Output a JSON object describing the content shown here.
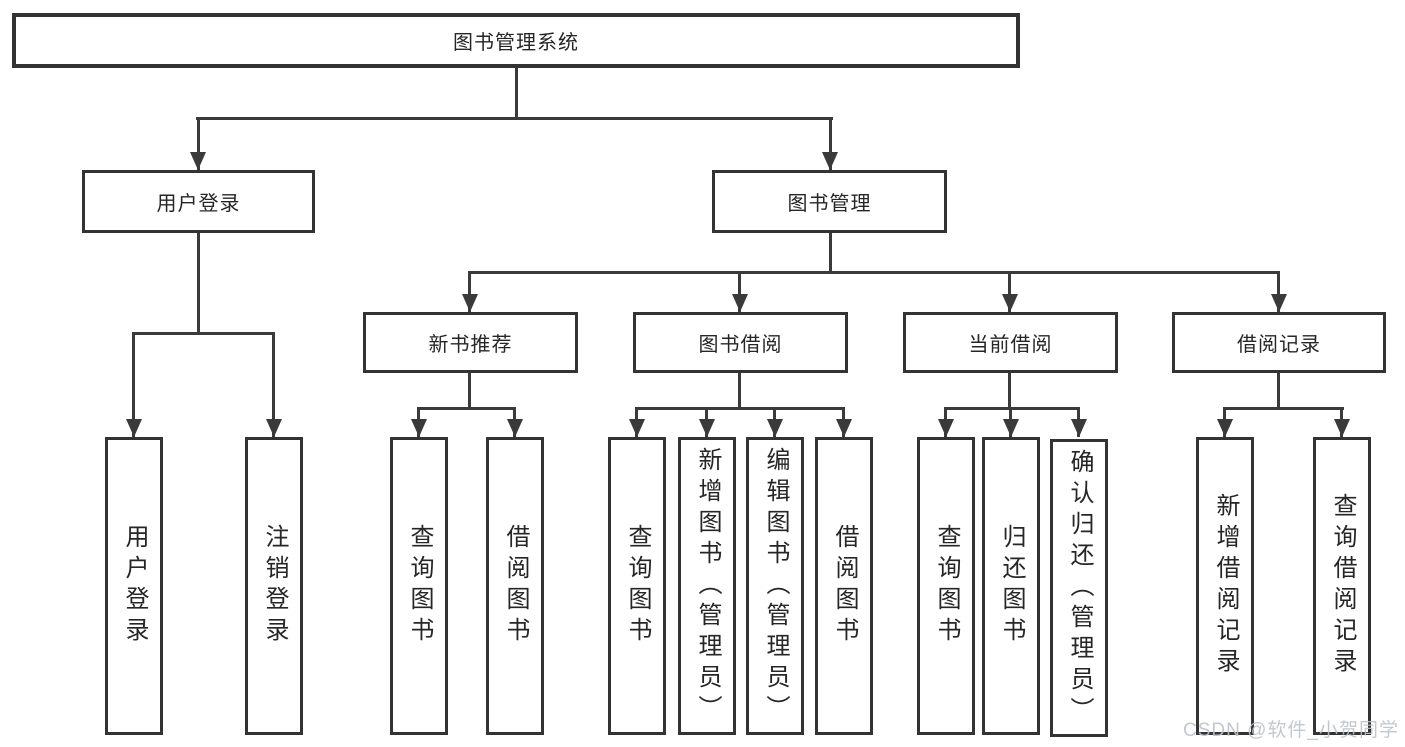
{
  "tree": {
    "root": "图书管理系统",
    "children": [
      {
        "label": "用户登录",
        "children": [
          {
            "label": "用户登录"
          },
          {
            "label": "注销登录"
          }
        ]
      },
      {
        "label": "图书管理",
        "children": [
          {
            "label": "新书推荐",
            "children": [
              {
                "label": "查询图书"
              },
              {
                "label": "借阅图书"
              }
            ]
          },
          {
            "label": "图书借阅",
            "children": [
              {
                "label": "查询图书"
              },
              {
                "label": "新增图书（管理员）"
              },
              {
                "label": "编辑图书（管理员）"
              },
              {
                "label": "借阅图书"
              }
            ]
          },
          {
            "label": "当前借阅",
            "children": [
              {
                "label": "查询图书"
              },
              {
                "label": "归还图书"
              },
              {
                "label": "确认归还（管理员）"
              }
            ]
          },
          {
            "label": "借阅记录",
            "children": [
              {
                "label": "新增借阅记录"
              },
              {
                "label": "查询借阅记录"
              }
            ]
          }
        ]
      }
    ]
  },
  "watermark": {
    "text": "CSDN @软件_小贺同学"
  },
  "colors": {
    "line": "#3a3a3a",
    "border": "#333333",
    "text": "#262626",
    "watermark": "#bcc3cc",
    "background": "#ffffff"
  }
}
